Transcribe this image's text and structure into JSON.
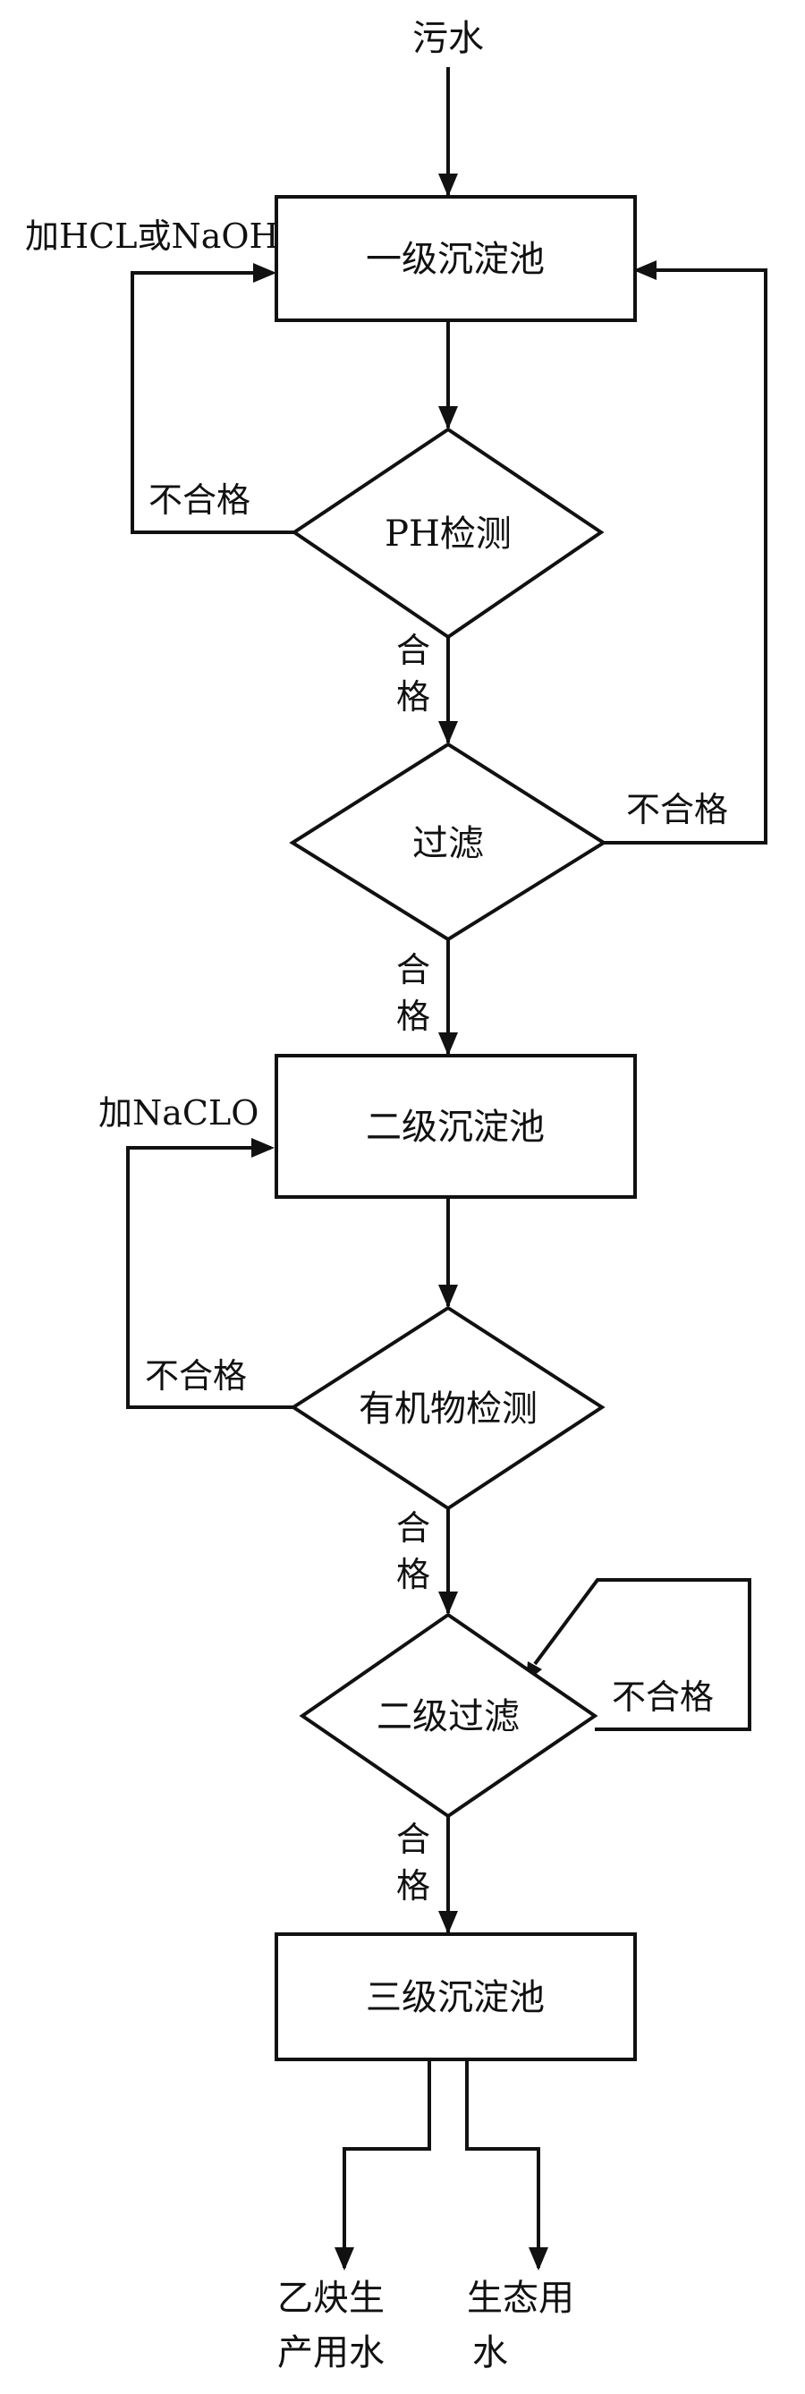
{
  "nodes": {
    "input": "污水",
    "primary_tank": "一级沉淀池",
    "ph_check": "PH检测",
    "filter": "过滤",
    "secondary_tank": "二级沉淀池",
    "organic_check": "有机物检测",
    "secondary_filter": "二级过滤",
    "tertiary_tank": "三级沉淀池",
    "output_left_line1": "乙炔生",
    "output_left_line2": "产用水",
    "output_right_line1": "生态用",
    "output_right_line2": "水"
  },
  "edges": {
    "add_hcl_naoh": "加HCL或NaOH",
    "add_naclo": "加NaCLO",
    "fail_ph": "不合格",
    "fail_filter": "不合格",
    "fail_organic": "不合格",
    "fail_secondary_filter": "不合格",
    "pass_char1": "合",
    "pass_char2": "格"
  }
}
